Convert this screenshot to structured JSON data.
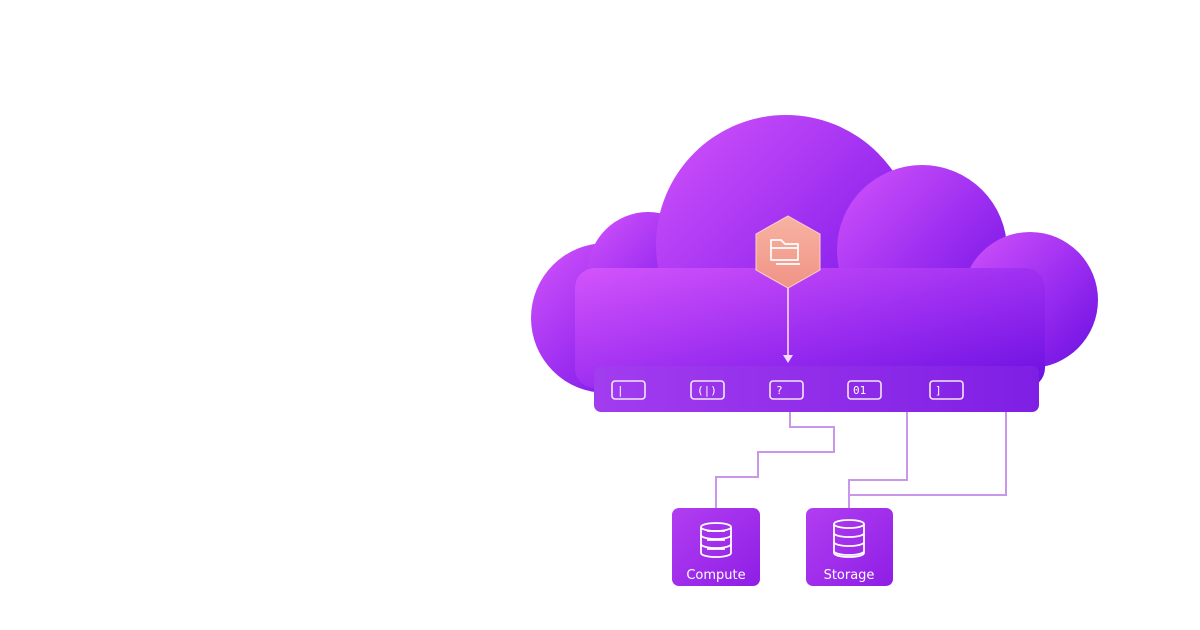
{
  "diagram": {
    "gateway": {
      "icon": "folder-icon"
    },
    "bus_slots": [
      {
        "label": "|"
      },
      {
        "label": "(|)"
      },
      {
        "label": "?"
      },
      {
        "label": "01"
      },
      {
        "label": "]"
      }
    ],
    "nodes": [
      {
        "label": "Compute",
        "icon": "database-icon"
      },
      {
        "label": "Storage",
        "icon": "database-icon"
      }
    ],
    "colors": {
      "cloud_light": "#c94cf9",
      "cloud_dark": "#6a0fe0",
      "bus": "#8a2be2",
      "connector": "#c48ce8",
      "gateway_fill": "#f6a493",
      "node_fill": "#a52ae8"
    }
  }
}
